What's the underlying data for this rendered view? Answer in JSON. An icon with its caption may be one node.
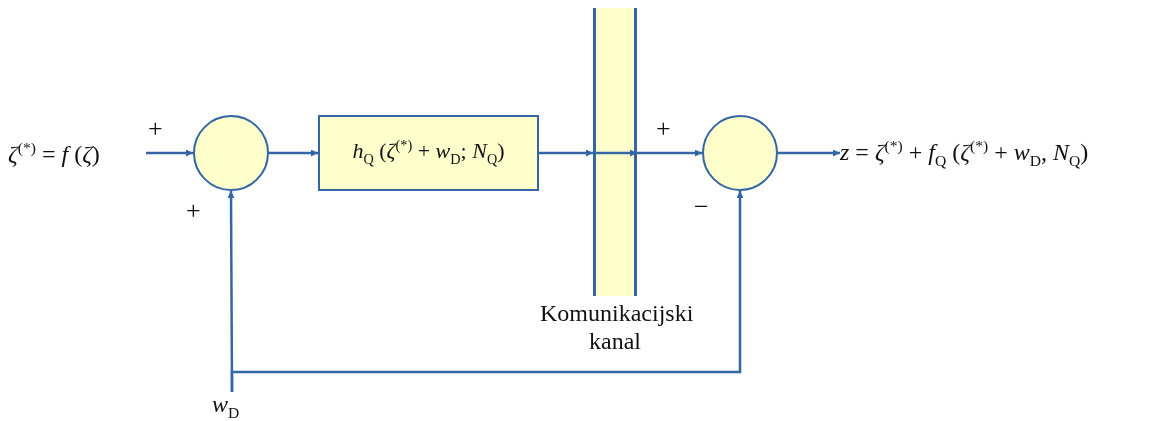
{
  "diagram": {
    "nodes": [
      {
        "text": [
          "*ζ*$^{(*)}$ = *f* (*ζ*)"
        ]
      },
      {
        "text": [],
        "shape": "circle"
      },
      {
        "text": [
          "*h*$_{Q}$ (*ζ*$^{(*)}$ + *w*$_{D}$; *N*$_{Q}$)"
        ]
      },
      {
        "text": [
          "Komunikacijski kanal"
        ]
      },
      {
        "text": [],
        "shape": "circle"
      },
      {
        "text": [
          "*z* = *ζ*$^{(*)}$ + *f*$_{Q}$ (*ζ*$^{(*)}$ + *w*$_{D}$, *N*$_{Q}$)"
        ]
      },
      {
        "text": [
          "*w*$_{D}$"
        ]
      }
    ],
    "edges": [
      {
        "from": 0,
        "to": 1,
        "arrow": "to"
      },
      {
        "from": 1,
        "to": 2,
        "arrow": "to"
      },
      {
        "from": 2,
        "to": 3,
        "arrow": "to"
      },
      {
        "from": 3,
        "to": 4,
        "arrow": "to"
      },
      {
        "from": 4,
        "to": 5,
        "arrow": "to"
      },
      {
        "from": 6,
        "to": 1,
        "arrow": "to"
      },
      {
        "from": 6,
        "to": 4,
        "arrow": "to"
      }
    ],
    "labels": [
      "+",
      "+",
      "+",
      "−"
    ]
  }
}
